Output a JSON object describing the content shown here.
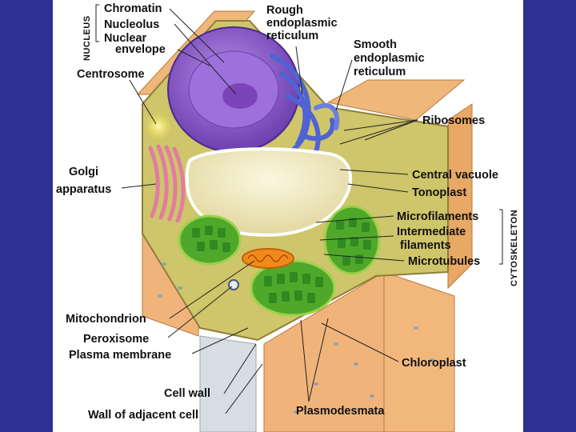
{
  "colors": {
    "frame": "#2e3192",
    "panel": "#ffffff",
    "cell_wall": "#e8a866",
    "cytoplasm": "#d9d27a",
    "nucleus": "#8a5cc8",
    "vacuole": "#f2ecc4",
    "chloroplast": "#5cb832",
    "golgi": "#e88aa8",
    "mitochondrion": "#f08a1a",
    "er": "#5b6fd6"
  },
  "group_labels": {
    "nucleus": "NUCLEUS",
    "cytoskeleton": "CYTOSKELETON"
  },
  "labels": {
    "chromatin": "Chromatin",
    "nucleolus": "Nucleolus",
    "nuclear_envelope_1": "Nuclear",
    "nuclear_envelope_2": "envelope",
    "centrosome": "Centrosome",
    "rough_er_1": "Rough",
    "rough_er_2": "endoplasmic",
    "rough_er_3": "reticulum",
    "smooth_er_1": "Smooth",
    "smooth_er_2": "endoplasmic",
    "smooth_er_3": "reticulum",
    "ribosomes": "Ribosomes",
    "golgi_1": "Golgi",
    "golgi_2": "apparatus",
    "central_vacuole": "Central vacuole",
    "tonoplast": "Tonoplast",
    "microfilaments": "Microfilaments",
    "intermediate_1": "Intermediate",
    "intermediate_2": "filaments",
    "microtubules": "Microtubules",
    "mitochondrion": "Mitochondrion",
    "peroxisome": "Peroxisome",
    "plasma_membrane": "Plasma membrane",
    "chloroplast": "Chloroplast",
    "cell_wall": "Cell wall",
    "wall_adjacent": "Wall of adjacent cell",
    "plasmodesmata": "Plasmodesmata"
  }
}
